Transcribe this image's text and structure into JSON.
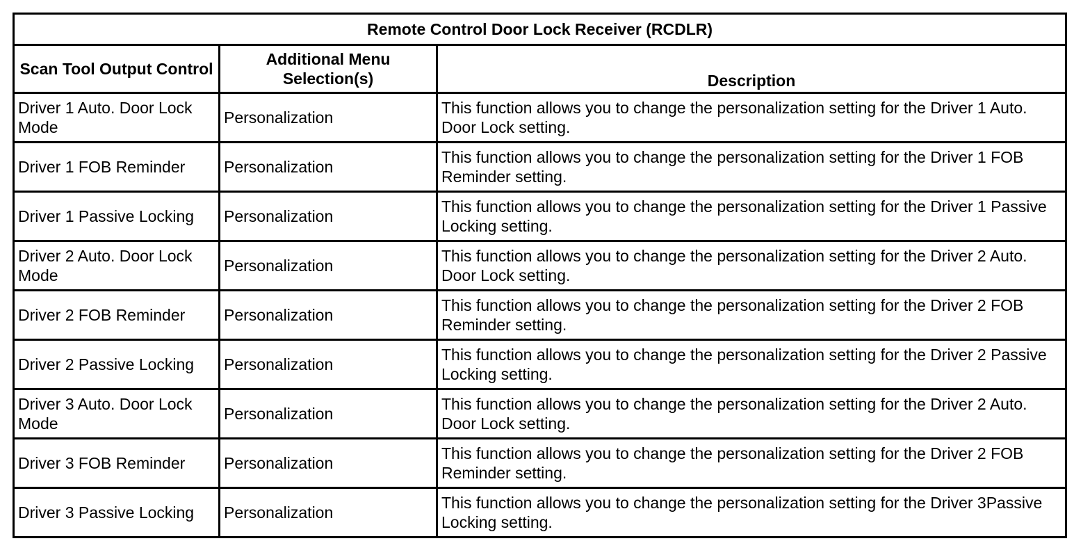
{
  "table": {
    "title": "Remote Control Door Lock Receiver (RCDLR)",
    "headers": {
      "scan_tool": "Scan Tool Output Control",
      "menu": "Additional Menu Selection(s)",
      "description": "Description"
    },
    "rows": [
      {
        "control": "Driver 1 Auto. Door Lock Mode",
        "menu": "Personalization",
        "description": "This function allows you to change the personalization setting for the Driver 1 Auto. Door Lock setting."
      },
      {
        "control": "Driver 1 FOB Reminder",
        "menu": "Personalization",
        "description": "This function allows you to change the personalization setting for the Driver 1 FOB Reminder setting."
      },
      {
        "control": "Driver 1 Passive Locking",
        "menu": "Personalization",
        "description": "This function allows you to change the personalization setting for the Driver 1 Passive Locking setting."
      },
      {
        "control": "Driver 2 Auto. Door Lock Mode",
        "menu": "Personalization",
        "description": "This function allows you to change the personalization setting for the Driver 2 Auto. Door Lock setting."
      },
      {
        "control": "Driver 2 FOB Reminder",
        "menu": "Personalization",
        "description": "This function allows you to change the personalization setting for the Driver 2 FOB Reminder setting."
      },
      {
        "control": "Driver 2 Passive Locking",
        "menu": "Personalization",
        "description": "This function allows you to change the personalization setting for the Driver 2 Passive Locking setting."
      },
      {
        "control": "Driver 3 Auto. Door Lock Mode",
        "menu": "Personalization",
        "description": "This function allows you to change the personalization setting for the Driver 2 Auto. Door Lock setting."
      },
      {
        "control": "Driver 3 FOB Reminder",
        "menu": "Personalization",
        "description": "This function allows you to change the personalization setting for the Driver 2 FOB Reminder setting."
      },
      {
        "control": "Driver 3 Passive Locking",
        "menu": "Personalization",
        "description": "This function allows you to change the personalization setting for the Driver 3Passive Locking setting."
      }
    ]
  }
}
